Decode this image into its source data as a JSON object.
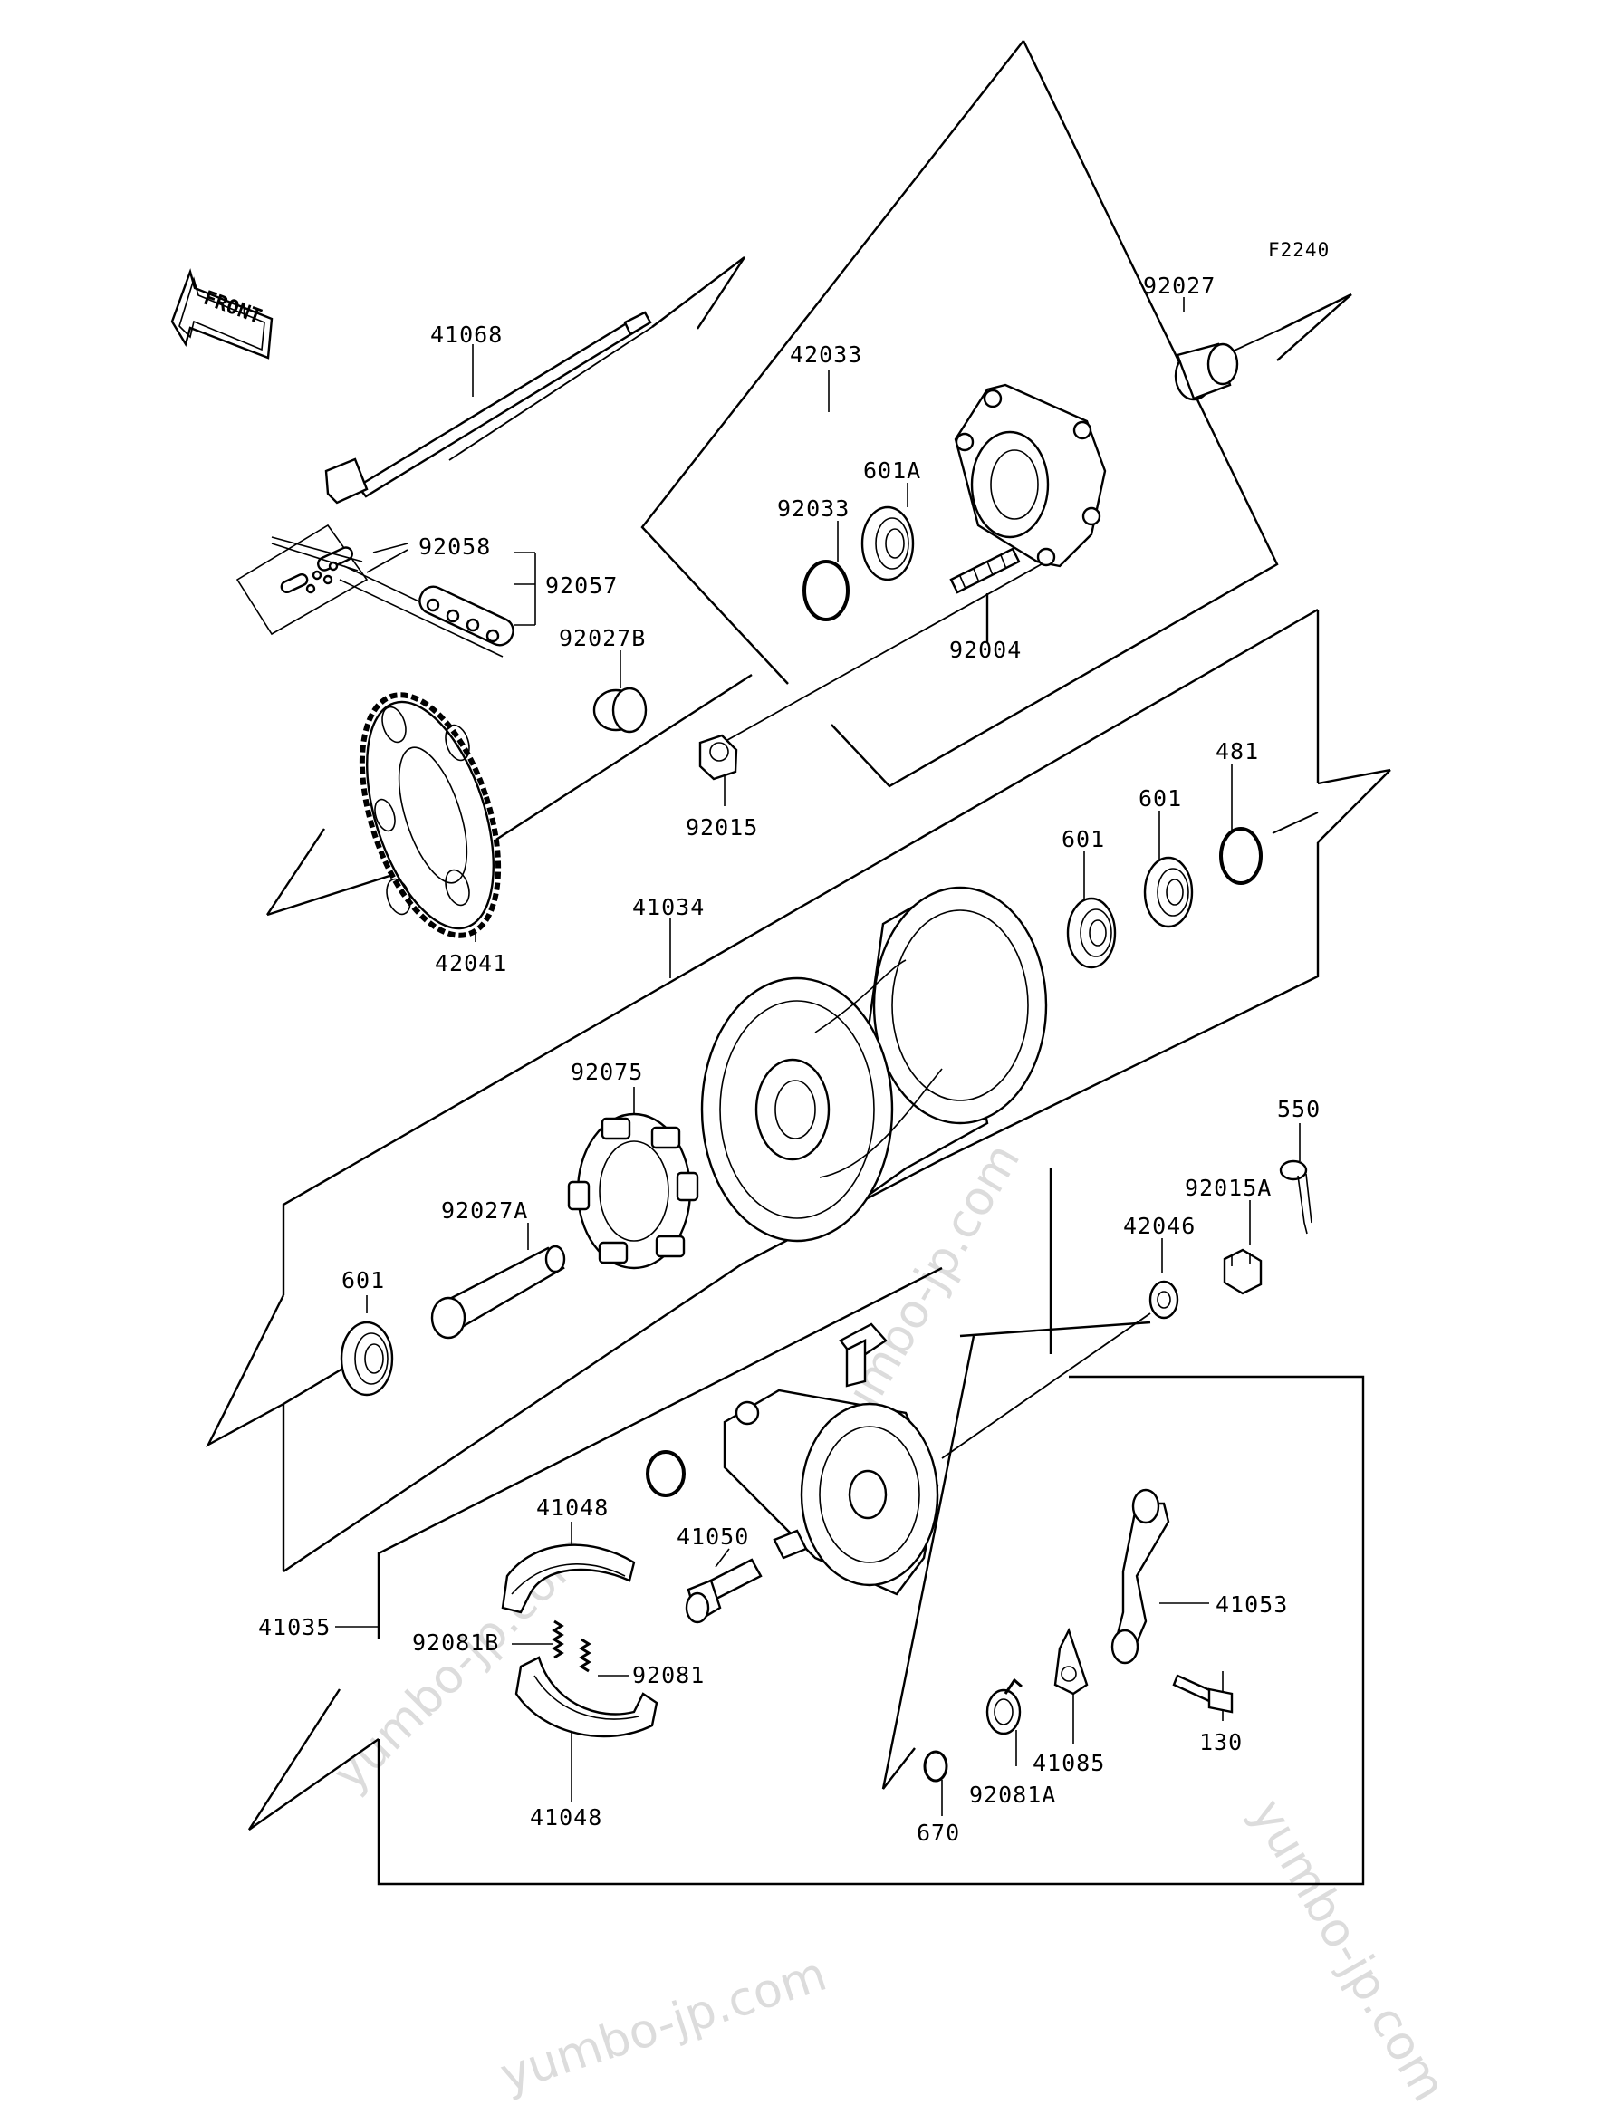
{
  "figure_code": "F2240",
  "front_label": "FRONT",
  "watermarks": [
    "yumbo-jp.com",
    "yumbo-jp.com",
    "yumbo-jp.com",
    "yumbo-jp.com"
  ],
  "parts": [
    {
      "id": "axle",
      "label": "41068"
    },
    {
      "id": "coupling",
      "label": "42033"
    },
    {
      "id": "collar-92027",
      "label": "92027"
    },
    {
      "id": "bearing-601A",
      "label": "601A"
    },
    {
      "id": "circlip-92033",
      "label": "92033"
    },
    {
      "id": "chain-link-92058",
      "label": "92058"
    },
    {
      "id": "chain-92057",
      "label": "92057"
    },
    {
      "id": "collar-92027B",
      "label": "92027B"
    },
    {
      "id": "stud-92004",
      "label": "92004"
    },
    {
      "id": "nut-92015",
      "label": "92015"
    },
    {
      "id": "sprocket",
      "label": "42041"
    },
    {
      "id": "hub",
      "label": "41034"
    },
    {
      "id": "circlip-481",
      "label": "481"
    },
    {
      "id": "bearing-601-a",
      "label": "601"
    },
    {
      "id": "bearing-601-b",
      "label": "601"
    },
    {
      "id": "damper-92075",
      "label": "92075"
    },
    {
      "id": "cotter-pin-550",
      "label": "550"
    },
    {
      "id": "nut-92015A",
      "label": "92015A"
    },
    {
      "id": "spacer-92027A",
      "label": "92027A"
    },
    {
      "id": "bearing-601-c",
      "label": "601"
    },
    {
      "id": "collar-42046",
      "label": "42046"
    },
    {
      "id": "brake-shoe-upper",
      "label": "41048"
    },
    {
      "id": "brake-cam",
      "label": "41050"
    },
    {
      "id": "brake-panel",
      "label": "41035"
    },
    {
      "id": "spring-92081B",
      "label": "92081B"
    },
    {
      "id": "spring-92081",
      "label": "92081"
    },
    {
      "id": "brake-shoe-lower",
      "label": "41048"
    },
    {
      "id": "brake-lever",
      "label": "41053"
    },
    {
      "id": "bolt-130",
      "label": "130"
    },
    {
      "id": "indicator-41085",
      "label": "41085"
    },
    {
      "id": "spring-92081A",
      "label": "92081A"
    },
    {
      "id": "o-ring-670",
      "label": "670"
    }
  ]
}
